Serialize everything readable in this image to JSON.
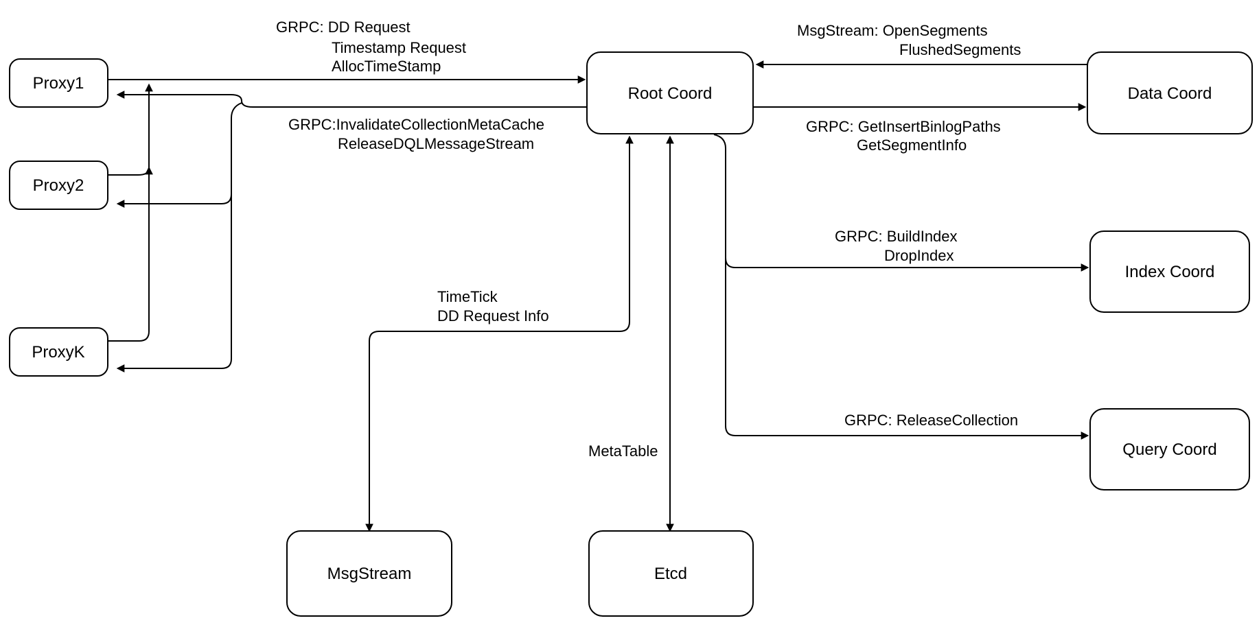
{
  "diagram": {
    "title": "Root Coord architecture diagram",
    "background_color": "#ffffff",
    "line_color": "#000000",
    "text_color": "#000000",
    "node_fill_color": "#ffffff"
  },
  "nodes": {
    "proxy1": {
      "label": "Proxy1"
    },
    "proxy2": {
      "label": "Proxy2"
    },
    "proxyk": {
      "label": "ProxyK"
    },
    "root_coord": {
      "label": "Root Coord"
    },
    "data_coord": {
      "label": "Data Coord"
    },
    "index_coord": {
      "label": "Index Coord"
    },
    "query_coord": {
      "label": "Query Coord"
    },
    "msgstream": {
      "label": "MsgStream"
    },
    "etcd": {
      "label": "Etcd"
    }
  },
  "edges": {
    "proxies_to_root": {
      "from": "Proxy1 / Proxy2 / ProxyK",
      "to": "Root Coord",
      "arrow": "one-way",
      "labels": [
        "GRPC: DD Request",
        "Timestamp Request",
        "AllocTimeStamp"
      ]
    },
    "root_to_proxies": {
      "from": "Root Coord",
      "to": "Proxy1 / Proxy2 / ProxyK",
      "arrow": "one-way",
      "labels": [
        "GRPC:InvalidateCollectionMetaCache",
        "ReleaseDQLMessageStream"
      ]
    },
    "data_to_root": {
      "from": "Data Coord",
      "to": "Root Coord",
      "arrow": "one-way",
      "labels": [
        "MsgStream: OpenSegments",
        "FlushedSegments"
      ]
    },
    "root_to_data": {
      "from": "Root Coord",
      "to": "Data Coord",
      "arrow": "one-way",
      "labels": [
        "GRPC: GetInsertBinlogPaths",
        "GetSegmentInfo"
      ]
    },
    "root_to_index": {
      "from": "Root Coord",
      "to": "Index Coord",
      "arrow": "one-way",
      "labels": [
        "GRPC: BuildIndex",
        "DropIndex"
      ]
    },
    "root_to_query": {
      "from": "Root Coord",
      "to": "Query Coord",
      "arrow": "one-way",
      "labels": [
        "GRPC: ReleaseCollection"
      ]
    },
    "root_to_msgstream": {
      "from": "Root Coord",
      "to": "MsgStream",
      "arrow": "two-way",
      "labels": [
        "TimeTick",
        "DD Request Info"
      ]
    },
    "root_to_etcd": {
      "from": "Root Coord",
      "to": "Etcd",
      "arrow": "two-way",
      "labels": [
        "MetaTable"
      ]
    }
  }
}
